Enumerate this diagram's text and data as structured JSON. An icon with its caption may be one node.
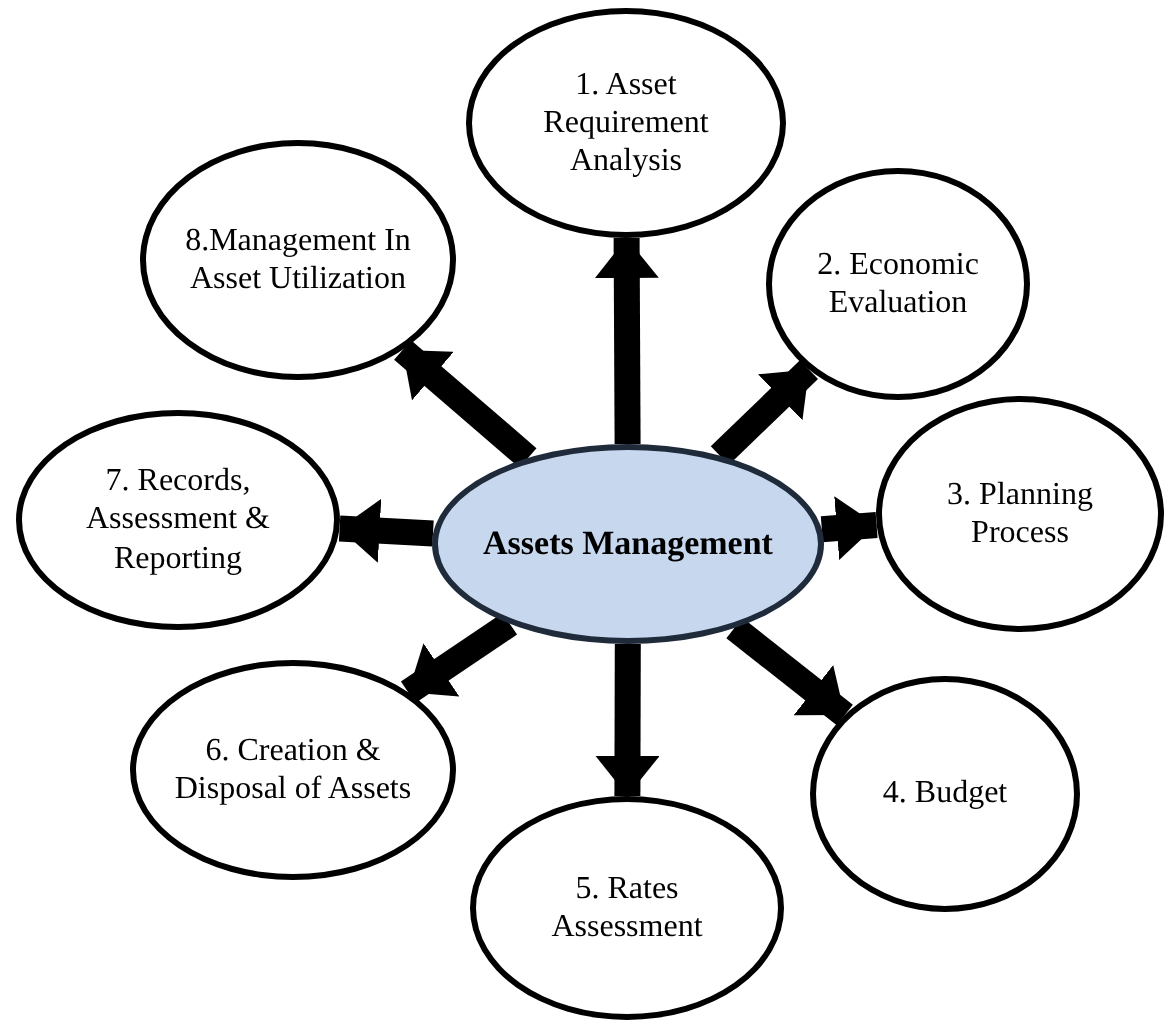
{
  "diagram": {
    "nodes": [
      {
        "text": [
          "Assets Management"
        ]
      },
      {
        "text": [
          "1. Asset Requirement Analysis"
        ]
      },
      {
        "text": [
          "2. Economic Evaluation"
        ]
      },
      {
        "text": [
          "3. Planning Process"
        ]
      },
      {
        "text": [
          "4. Budget"
        ]
      },
      {
        "text": [
          "5. Rates Assessment"
        ]
      },
      {
        "text": [
          "6. Creation & Disposal of Assets"
        ]
      },
      {
        "text": [
          "7. Records, Assessment & Reporting"
        ]
      },
      {
        "text": [
          "8.Management In Asset Utilization"
        ]
      }
    ],
    "edges": [
      {
        "from": 0,
        "to": 1,
        "arrow": "to"
      },
      {
        "from": 0,
        "to": 2,
        "arrow": "to"
      },
      {
        "from": 0,
        "to": 3,
        "arrow": "to"
      },
      {
        "from": 0,
        "to": 4,
        "arrow": "to"
      },
      {
        "from": 0,
        "to": 5,
        "arrow": "to"
      },
      {
        "from": 0,
        "to": 6,
        "arrow": "to"
      },
      {
        "from": 0,
        "to": 7,
        "arrow": "to"
      },
      {
        "from": 0,
        "to": 8,
        "arrow": "to"
      }
    ]
  }
}
